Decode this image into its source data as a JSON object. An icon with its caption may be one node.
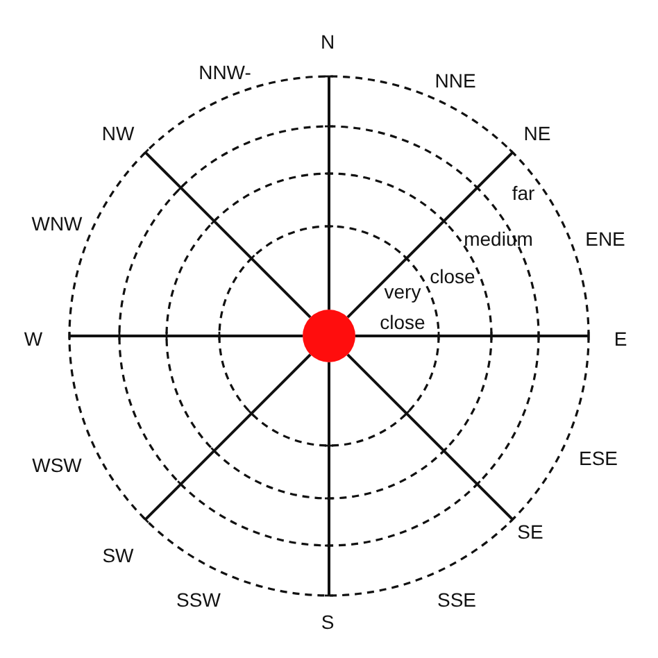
{
  "diagram": {
    "labels": [
      "N",
      "NNE",
      "NE",
      "ENE",
      "E",
      "ESE",
      "SE",
      "SSE",
      "S",
      "SSW",
      "SW",
      "WSW",
      "W",
      "WNW",
      "NW",
      "NNW-",
      "far",
      "medium",
      "close",
      "very close"
    ]
  }
}
